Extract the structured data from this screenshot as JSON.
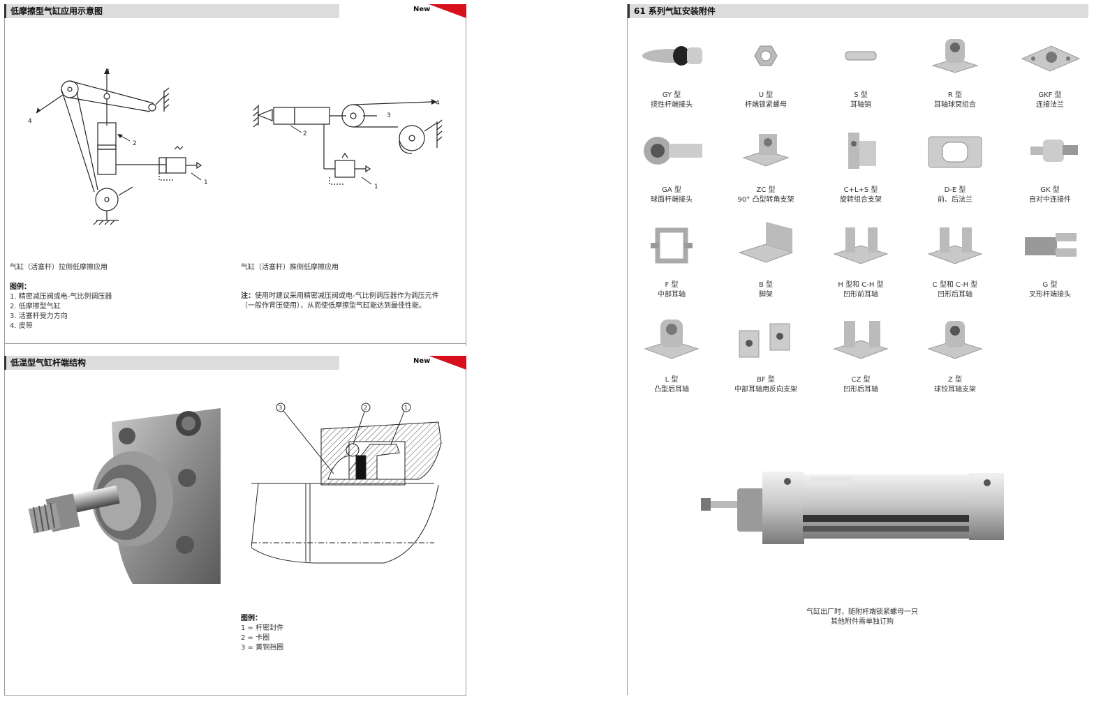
{
  "left_top": {
    "title": "低摩擦型气缸应用示意图",
    "new_label": "New",
    "caption_left": "气缸（活塞杆）拉侧低摩擦应用",
    "caption_right": "气缸（活塞杆）推侧低摩擦应用",
    "legend_title": "图例：",
    "legend_items": [
      "1. 精密减压阀或电-气比例调压器",
      "2. 低摩擦型气缸",
      "3. 活塞杆受力方向",
      "4. 皮带"
    ],
    "note_label": "注：",
    "note_line1": "使用时建议采用精密减压阀或电-气比例调压器作为调压元件",
    "note_line2": "（一般作背压使用），从而使低摩擦型气缸能达到最佳性能。",
    "diagram_labels": {
      "n1": "1",
      "n2": "2",
      "n3": "3",
      "n4": "4"
    }
  },
  "left_bottom": {
    "title": "低温型气缸杆端结构",
    "new_label": "New",
    "legend_title": "图例：",
    "legend_items": [
      "1 = 杆密封件",
      "2 = 卡圈",
      "3 = 黄铜挡圈"
    ],
    "callouts": [
      "3",
      "2",
      "1"
    ]
  },
  "right": {
    "title": "61 系列气缸安装附件",
    "accessories": [
      {
        "type": "GY 型",
        "name": "挠性杆端接头"
      },
      {
        "type": "U 型",
        "name": "杆端锁紧螺母"
      },
      {
        "type": "S 型",
        "name": "耳轴销"
      },
      {
        "type": "R 型",
        "name": "耳轴球窝组合"
      },
      {
        "type": "GKF 型",
        "name": "连接法兰"
      },
      {
        "type": "GA 型",
        "name": "球面杆端接头"
      },
      {
        "type": "ZC 型",
        "name": "90° 凸型转角支架"
      },
      {
        "type": "C+L+S 型",
        "name": "旋转组合支架"
      },
      {
        "type": "D-E 型",
        "name": "前、后法兰"
      },
      {
        "type": "GK 型",
        "name": "自对中连接件"
      },
      {
        "type": "F 型",
        "name": "中部耳轴"
      },
      {
        "type": "B 型",
        "name": "脚架"
      },
      {
        "type": "H 型和 C-H 型",
        "name": "凹形前耳轴"
      },
      {
        "type": "C 型和 C-H 型",
        "name": "凹形后耳轴"
      },
      {
        "type": "G 型",
        "name": "叉形杆端接头"
      },
      {
        "type": "L 型",
        "name": "凸型后耳轴"
      },
      {
        "type": "BF 型",
        "name": "中部耳轴用反向支架"
      },
      {
        "type": "CZ 型",
        "name": "凹形后耳轴"
      },
      {
        "type": "Z 型",
        "name": "球铰耳轴支架"
      }
    ],
    "footer_line1": "气缸出厂时，随附杆端锁紧螺母一只",
    "footer_line2": "其他附件需单独订购"
  },
  "colors": {
    "accent_red": "#d8101e",
    "header_gray": "#dcdcdc"
  }
}
